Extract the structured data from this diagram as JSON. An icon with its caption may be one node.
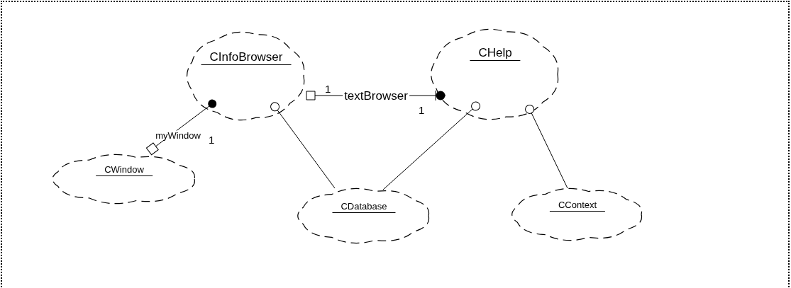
{
  "diagram": {
    "nodes": [
      {
        "text": [
          "CInfoBrowser"
        ]
      },
      {
        "text": [
          "CHelp"
        ]
      },
      {
        "text": [
          "CWindow"
        ]
      },
      {
        "text": [
          "CDatabase"
        ]
      },
      {
        "text": [
          "CContext"
        ]
      }
    ],
    "edges": [
      {
        "from": 0,
        "to": 1,
        "arrow": "other",
        "label": "textBrowser"
      },
      {
        "from": 0,
        "to": 2,
        "arrow": "other",
        "label": "myWindow"
      },
      {
        "from": 0,
        "to": 3,
        "arrow": "other"
      },
      {
        "from": 1,
        "to": 3,
        "arrow": "other"
      },
      {
        "from": 1,
        "to": 4,
        "arrow": "other"
      }
    ],
    "labels": [
      "1",
      "1",
      "1"
    ]
  }
}
